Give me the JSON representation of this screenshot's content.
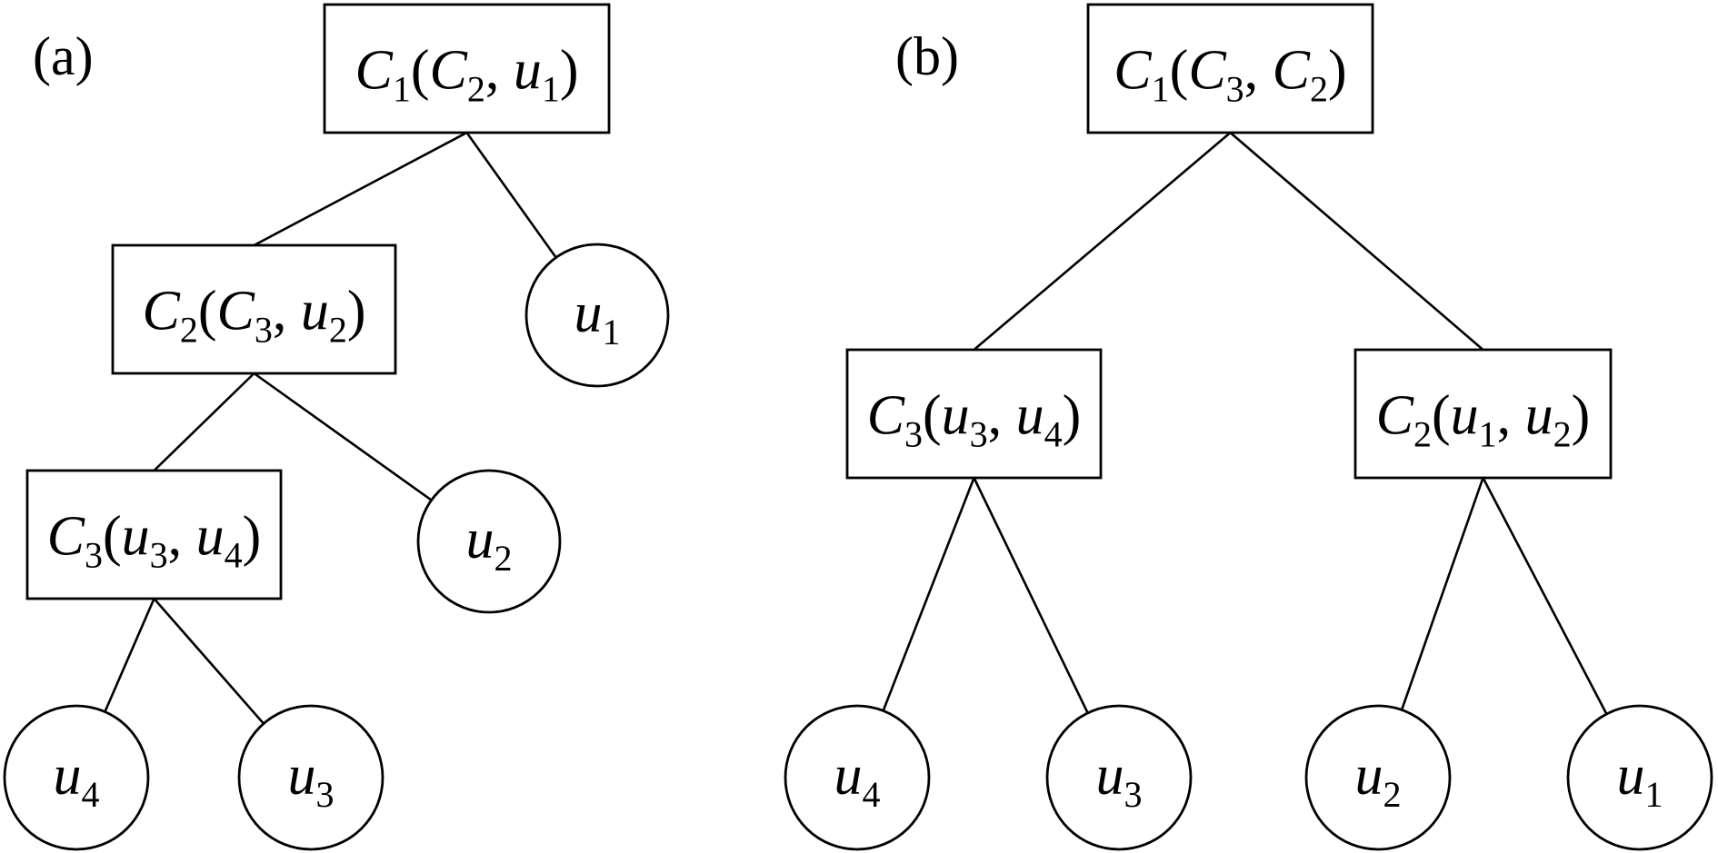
{
  "panels": [
    {
      "label": "(a)",
      "nodes": [
        {
          "id": "a-c1",
          "shape": "box",
          "main": "C",
          "sub": "1",
          "args": [
            {
              "main": "C",
              "sub": "2"
            },
            {
              "main": "u",
              "sub": "1"
            }
          ]
        },
        {
          "id": "a-c2",
          "shape": "box",
          "main": "C",
          "sub": "2",
          "args": [
            {
              "main": "C",
              "sub": "3"
            },
            {
              "main": "u",
              "sub": "2"
            }
          ]
        },
        {
          "id": "a-c3",
          "shape": "box",
          "main": "C",
          "sub": "3",
          "args": [
            {
              "main": "u",
              "sub": "3"
            },
            {
              "main": "u",
              "sub": "4"
            }
          ]
        },
        {
          "id": "a-u1",
          "shape": "circle",
          "main": "u",
          "sub": "1"
        },
        {
          "id": "a-u2",
          "shape": "circle",
          "main": "u",
          "sub": "2"
        },
        {
          "id": "a-u4",
          "shape": "circle",
          "main": "u",
          "sub": "4"
        },
        {
          "id": "a-u3",
          "shape": "circle",
          "main": "u",
          "sub": "3"
        }
      ],
      "edges": [
        [
          "a-c1",
          "a-c2"
        ],
        [
          "a-c1",
          "a-u1"
        ],
        [
          "a-c2",
          "a-c3"
        ],
        [
          "a-c2",
          "a-u2"
        ],
        [
          "a-c3",
          "a-u4"
        ],
        [
          "a-c3",
          "a-u3"
        ]
      ]
    },
    {
      "label": "(b)",
      "nodes": [
        {
          "id": "b-c1",
          "shape": "box",
          "main": "C",
          "sub": "1",
          "args": [
            {
              "main": "C",
              "sub": "3"
            },
            {
              "main": "C",
              "sub": "2"
            }
          ]
        },
        {
          "id": "b-c3",
          "shape": "box",
          "main": "C",
          "sub": "3",
          "args": [
            {
              "main": "u",
              "sub": "3"
            },
            {
              "main": "u",
              "sub": "4"
            }
          ]
        },
        {
          "id": "b-c2",
          "shape": "box",
          "main": "C",
          "sub": "2",
          "args": [
            {
              "main": "u",
              "sub": "1"
            },
            {
              "main": "u",
              "sub": "2"
            }
          ]
        },
        {
          "id": "b-u4",
          "shape": "circle",
          "main": "u",
          "sub": "4"
        },
        {
          "id": "b-u3",
          "shape": "circle",
          "main": "u",
          "sub": "3"
        },
        {
          "id": "b-u2",
          "shape": "circle",
          "main": "u",
          "sub": "2"
        },
        {
          "id": "b-u1",
          "shape": "circle",
          "main": "u",
          "sub": "1"
        }
      ],
      "edges": [
        [
          "b-c1",
          "b-c3"
        ],
        [
          "b-c1",
          "b-c2"
        ],
        [
          "b-c3",
          "b-u4"
        ],
        [
          "b-c3",
          "b-u3"
        ],
        [
          "b-c2",
          "b-u2"
        ],
        [
          "b-c2",
          "b-u1"
        ]
      ]
    }
  ]
}
